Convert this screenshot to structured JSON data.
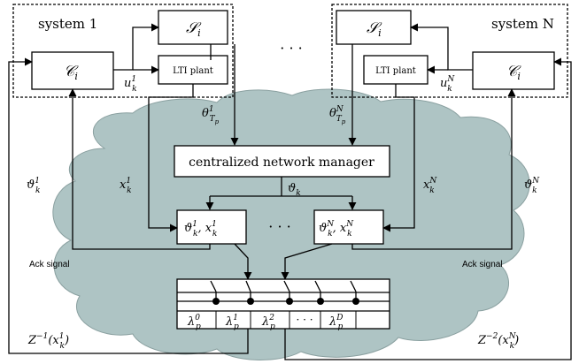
{
  "systems": {
    "left_title": "system 1",
    "right_title": "system N",
    "scheduler_left": "𝒮",
    "scheduler_right": "𝒮",
    "controller_left": "𝒞",
    "controller_right": "𝒞",
    "plant_left": "LTI plant",
    "plant_right": "LTI plant",
    "ellipsis_top": "· · ·",
    "sub_i": "i"
  },
  "signals": {
    "u_left": "u",
    "u_left_sub": "k",
    "u_left_sup": "1",
    "u_right": "u",
    "u_right_sub": "k",
    "u_right_sup": "N",
    "theta_left": "θ",
    "theta_left_sub": "T",
    "theta_left_subsub": "p",
    "theta_left_sup": "1",
    "theta_right": "θ",
    "theta_right_sub": "T",
    "theta_right_subsub": "p",
    "theta_right_sup": "N",
    "x_left": "x",
    "x_left_sub": "k",
    "x_left_sup": "1",
    "x_right": "x",
    "x_right_sub": "k",
    "x_right_sup": "N",
    "vartheta_left": "ϑ",
    "vartheta_left_sub": "k",
    "vartheta_left_sup": "1",
    "vartheta_right": "ϑ",
    "vartheta_right_sub": "k",
    "vartheta_right_sup": "N",
    "vartheta_mid": "ϑ",
    "vartheta_mid_sub": "k",
    "ack_left": "Ack signal",
    "ack_right": "Ack signal",
    "z_left": "Z",
    "z_left_sup": "−1",
    "z_left_arg": "(x",
    "z_left_arg_sup": "1",
    "z_left_arg_sub": "k",
    "z_left_close": ")",
    "z_right": "Z",
    "z_right_sup": "−2",
    "z_right_arg": "(x",
    "z_right_arg_sup": "N",
    "z_right_arg_sub": "k",
    "z_right_close": ")"
  },
  "network": {
    "manager_label": "centralized network manager",
    "queue_left": "ϑ",
    "queue_left_sup": "1",
    "queue_left_sub": "k",
    "queue_left_x": ", x",
    "queue_left_x_sup": "1",
    "queue_left_x_sub": "k",
    "queue_right": "ϑ",
    "queue_right_sup": "N",
    "queue_right_sub": "k",
    "queue_right_x": ", x",
    "queue_right_x_sup": "N",
    "queue_right_x_sub": "k",
    "ellipsis_mid": "· · ·"
  },
  "channels": {
    "lambda": "λ",
    "sub": "p",
    "labels": [
      "0",
      "1",
      "2",
      "D"
    ],
    "ellipsis": "· · ·"
  }
}
